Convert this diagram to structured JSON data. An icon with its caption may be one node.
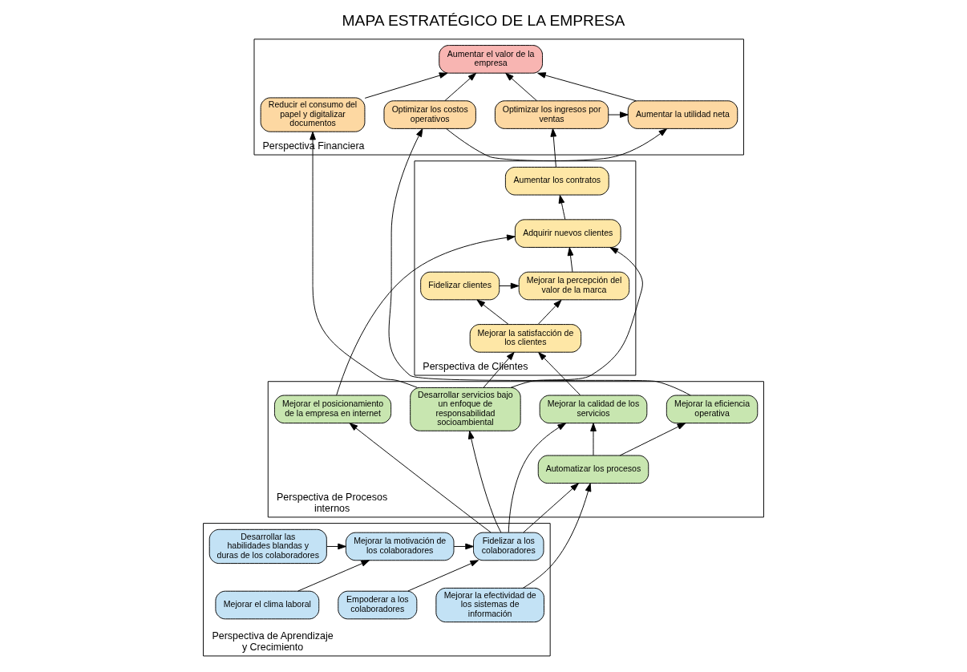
{
  "diagram": {
    "title": "MAPA ESTRATÉGICO DE LA EMPRESA",
    "nodes": [
      {
        "text": [
          "Perspectiva Financiera"
        ]
      },
      {
        "text": [
          "Perspectiva de Clientes"
        ]
      },
      {
        "text": [
          "Perspectiva de Procesos internos"
        ]
      },
      {
        "text": [
          "Perspectiva de Aprendizaje y Crecimiento"
        ]
      },
      {
        "text": [
          "Aumentar el valor de la empresa"
        ],
        "in": 0
      },
      {
        "text": [
          "Optimizar los costos operativos"
        ],
        "in": 0
      },
      {
        "text": [
          "Aumentar la utilidad neta"
        ],
        "in": 0
      },
      {
        "text": [
          "Optimizar los ingresos por ventas"
        ],
        "in": 0
      },
      {
        "text": [
          "Reducir el consumo del papel y digitalizar documentos"
        ],
        "in": 0
      },
      {
        "text": [
          "Fidelizar clientes"
        ],
        "in": 1
      },
      {
        "text": [
          "Mejorar la percepción del valor de la marca"
        ],
        "in": 1
      },
      {
        "text": [
          "Aumentar los contratos"
        ],
        "in": 1
      },
      {
        "text": [
          "Adquirir nuevos clientes"
        ],
        "in": 1
      },
      {
        "text": [
          "Mejorar la satisfacción de los clientes"
        ],
        "in": 1
      },
      {
        "text": [
          "Mejorar la eficiencia operativa"
        ],
        "in": 2
      },
      {
        "text": [
          "Mejorar la calidad de los servicios"
        ],
        "in": 2
      },
      {
        "text": [
          "Desarrollar servicios bajo un enfoque de responsabilidad socioambiental"
        ],
        "in": 2
      },
      {
        "text": [
          "Mejorar el posicionamiento de la empresa en internet"
        ],
        "in": 2
      },
      {
        "text": [
          "Automatizar los procesos"
        ],
        "in": 2
      },
      {
        "text": [
          "Desarrollar las habilidades blandas y duras de los colaboradores"
        ],
        "in": 3
      },
      {
        "text": [
          "Mejorar la motivación de los colaboradores"
        ],
        "in": 3
      },
      {
        "text": [
          "Fidelizar a los colaboradores"
        ],
        "in": 3
      },
      {
        "text": [
          "Mejorar la efectividad de los sistemas de información"
        ],
        "in": 3
      },
      {
        "text": [
          "Mejorar el clima laboral"
        ],
        "in": 3
      },
      {
        "text": [
          "Empoderar a los colaboradores"
        ],
        "in": 3
      }
    ],
    "edges": [
      {
        "from": 5,
        "to": 4,
        "arrow": "to"
      },
      {
        "from": 6,
        "to": 4,
        "arrow": "to"
      },
      {
        "from": 7,
        "to": 4,
        "arrow": "to"
      },
      {
        "from": 8,
        "to": 4,
        "arrow": "to"
      },
      {
        "from": 5,
        "to": 6,
        "arrow": "to"
      },
      {
        "from": 7,
        "to": 6,
        "arrow": "to"
      },
      {
        "from": 14,
        "to": 5,
        "arrow": "to"
      },
      {
        "from": 11,
        "to": 7,
        "arrow": "to"
      },
      {
        "from": 16,
        "to": 8,
        "arrow": "to"
      },
      {
        "from": 9,
        "to": 10,
        "arrow": "to"
      },
      {
        "from": 13,
        "to": 10,
        "arrow": "to"
      },
      {
        "from": 13,
        "to": 9,
        "arrow": "to"
      },
      {
        "from": 10,
        "to": 12,
        "arrow": "to"
      },
      {
        "from": 16,
        "to": 12,
        "arrow": "to"
      },
      {
        "from": 12,
        "to": 11,
        "arrow": "to"
      },
      {
        "from": 15,
        "to": 13,
        "arrow": "to"
      },
      {
        "from": 16,
        "to": 13,
        "arrow": "to"
      },
      {
        "from": 17,
        "to": 12,
        "arrow": "to"
      },
      {
        "from": 18,
        "to": 14,
        "arrow": "to"
      },
      {
        "from": 18,
        "to": 15,
        "arrow": "to"
      },
      {
        "from": 21,
        "to": 17,
        "arrow": "to"
      },
      {
        "from": 21,
        "to": 18,
        "arrow": "to"
      },
      {
        "from": 21,
        "to": 15,
        "arrow": "to"
      },
      {
        "from": 21,
        "to": 16,
        "arrow": "to"
      },
      {
        "from": 22,
        "to": 18,
        "arrow": "to"
      },
      {
        "from": 19,
        "to": 20,
        "arrow": "to"
      },
      {
        "from": 20,
        "to": 21,
        "arrow": "to"
      },
      {
        "from": 23,
        "to": 20,
        "arrow": "to"
      },
      {
        "from": 24,
        "to": 21,
        "arrow": "to"
      }
    ]
  }
}
